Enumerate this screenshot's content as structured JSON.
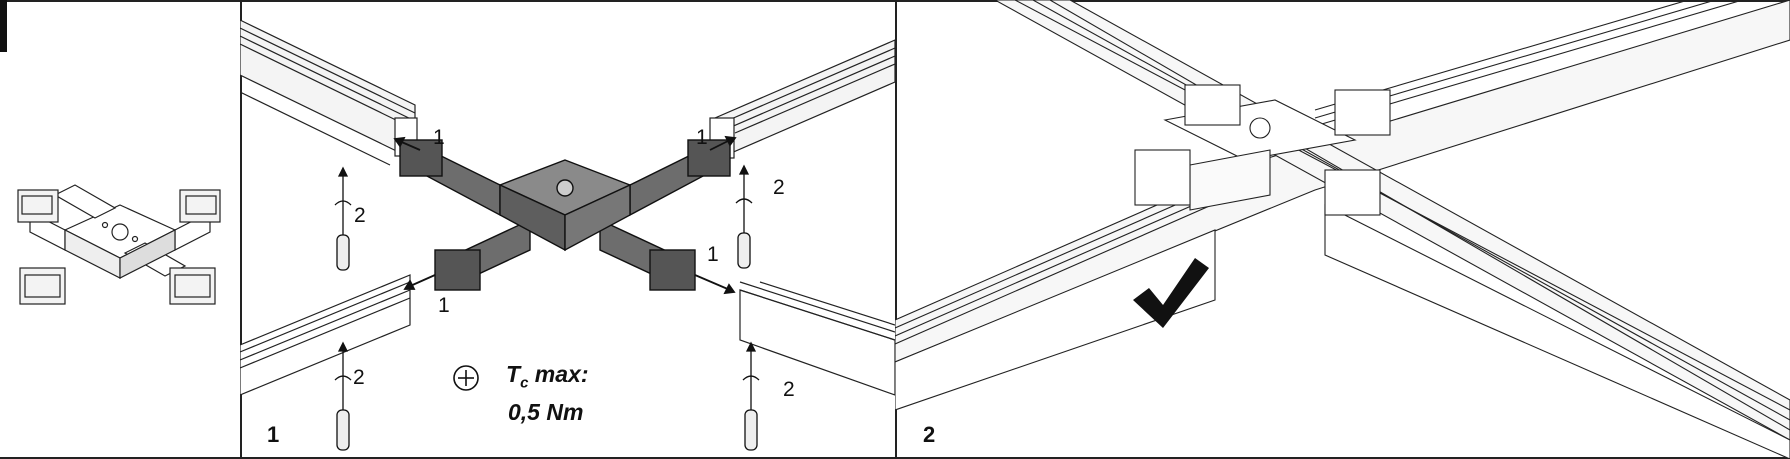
{
  "panels": [
    {
      "step": ""
    },
    {
      "step": "1"
    },
    {
      "step": "2"
    }
  ],
  "callouts": {
    "screw_insert": "1",
    "tighten": "2"
  },
  "torque": {
    "symbol": "T",
    "subscript": "c",
    "suffix": " max:",
    "value": "0,5 Nm"
  },
  "icons": [
    "phillips-screwdriver-icon",
    "checkmark-icon"
  ]
}
